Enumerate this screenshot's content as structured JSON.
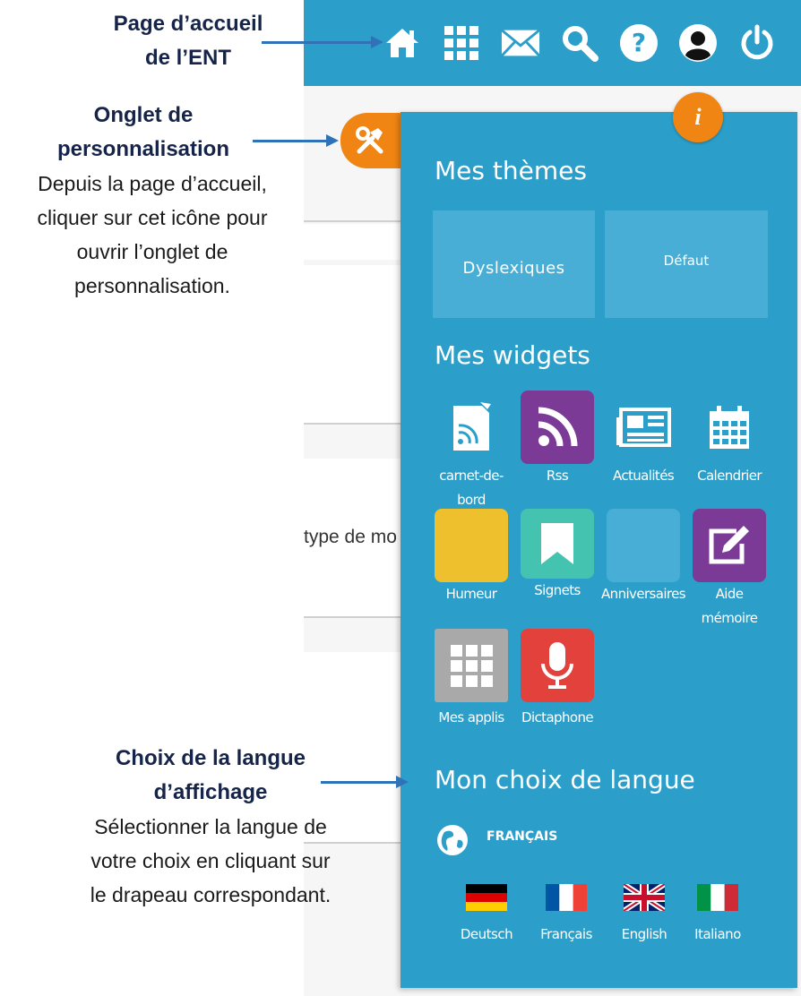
{
  "annotations": {
    "home": {
      "line1": "Page d’accueil",
      "line2": "de l’ENT"
    },
    "tab": {
      "line1": "Onglet de",
      "line2": "personnalisation",
      "desc": [
        "Depuis la page d’accueil,",
        "cliquer sur cet icône pour",
        "ouvrir l’onglet de",
        "personnalisation."
      ]
    },
    "language": {
      "line1": "Choix de la langue",
      "line2": "d’affichage",
      "desc": [
        "Sélectionner la langue de",
        "votre choix en cliquant sur",
        "le drapeau correspondant."
      ]
    }
  },
  "background": {
    "partial_text": "type de mo"
  },
  "topbar_icons": [
    "home-icon",
    "apps-grid-icon",
    "mail-icon",
    "search-icon",
    "help-icon",
    "user-icon",
    "power-icon"
  ],
  "panel": {
    "info_badge": "i",
    "themes": {
      "title": "Mes thèmes",
      "items": [
        {
          "label": "Dyslexiques"
        },
        {
          "label": "Défaut"
        }
      ]
    },
    "widgets": {
      "title": "Mes widgets",
      "items": [
        {
          "label": "carnet-de-bord",
          "icon": "notebook-icon",
          "color": "#2b9fca"
        },
        {
          "label": "Rss",
          "icon": "rss-icon",
          "color": "#7a3a96"
        },
        {
          "label": "Actualités",
          "icon": "newspaper-icon",
          "color": "#2b9fca"
        },
        {
          "label": "Calendrier",
          "icon": "calendar-icon",
          "color": "#2b9fca"
        },
        {
          "label": "Humeur",
          "icon": "mood-icon",
          "color": "#efc02e"
        },
        {
          "label": "Signets",
          "icon": "bookmark-icon",
          "color": "#45c3b1"
        },
        {
          "label": "Anniversaires",
          "icon": "birthday-icon",
          "color": "#48aed5"
        },
        {
          "label": "Aide mémoire",
          "icon": "edit-note-icon",
          "color": "#7a3a96"
        },
        {
          "label": "Mes applis",
          "icon": "apps-grid-icon",
          "color": "#a9a9a9"
        },
        {
          "label": "Dictaphone",
          "icon": "microphone-icon",
          "color": "#e2413c"
        }
      ]
    },
    "language": {
      "title": "Mon choix de langue",
      "current": "FRANÇAIS",
      "options": [
        {
          "label": "Deutsch",
          "flag": "de"
        },
        {
          "label": "Français",
          "flag": "fr"
        },
        {
          "label": "English",
          "flag": "gb"
        },
        {
          "label": "Italiano",
          "flag": "it"
        }
      ]
    }
  },
  "colors": {
    "primary": "#2b9fca",
    "accent_orange": "#f08514",
    "annotation_title": "#16244a",
    "arrow": "#2f72b8"
  }
}
